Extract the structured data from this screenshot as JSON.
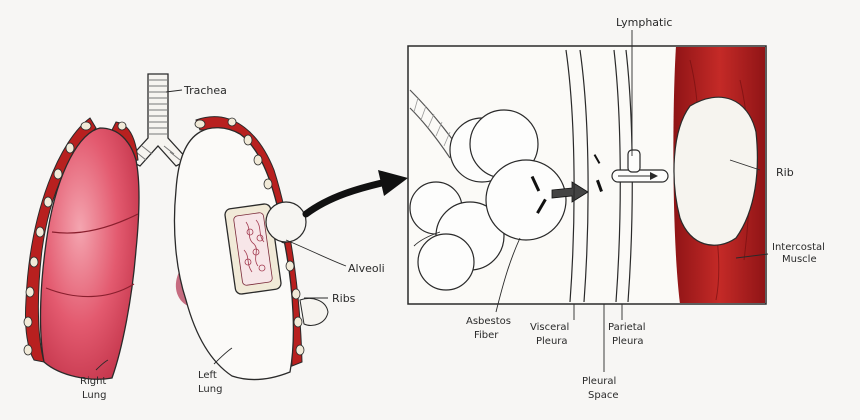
{
  "labels": {
    "trachea": "Trachea",
    "lymphatic": "Lymphatic",
    "rib": "Rib",
    "intercostal_1": "Intercostal",
    "intercostal_2": "Muscle",
    "alveoli": "Alveoli",
    "ribs": "Ribs",
    "asbestos_1": "Asbestos",
    "asbestos_2": "Fiber",
    "visceral_1": "Visceral",
    "visceral_2": "Pleura",
    "parietal_1": "Parietal",
    "parietal_2": "Pleura",
    "pleural_space_1": "Pleural",
    "pleural_space_2": "Space",
    "right_lung_1": "Right",
    "right_lung_2": "Lung",
    "left_lung_1": "Left",
    "left_lung_2": "Lung"
  },
  "colors": {
    "lung_red": "#e0485f",
    "lung_light": "#f08f9e",
    "muscle_red": "#b8201f",
    "outline": "#2a2a2a",
    "bone": "#f1ead8"
  }
}
